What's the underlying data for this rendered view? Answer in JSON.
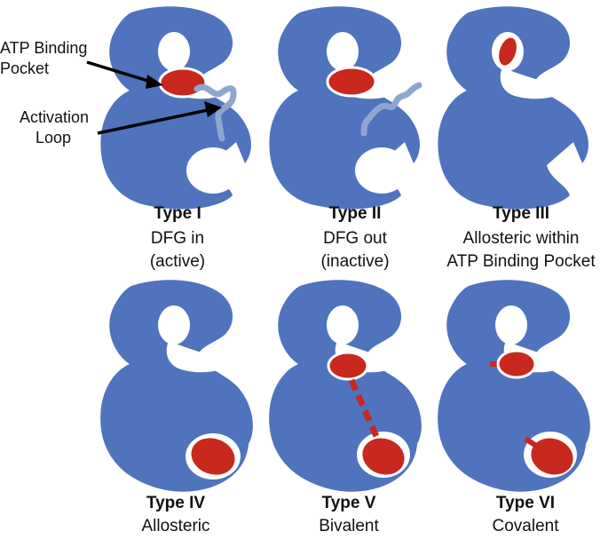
{
  "labels": {
    "atp_pocket": [
      "ATP Binding",
      "Pocket"
    ],
    "activation_loop": [
      "Activation",
      "Loop"
    ]
  },
  "types": [
    {
      "title": "Type I",
      "desc": [
        "DFG in",
        "(active)"
      ]
    },
    {
      "title": "Type II",
      "desc": [
        "DFG out",
        "(inactive)"
      ]
    },
    {
      "title": "Type III",
      "desc": [
        "Allosteric within",
        "ATP Binding Pocket"
      ]
    },
    {
      "title": "Type IV",
      "desc": [
        "Allosteric"
      ]
    },
    {
      "title": "Type V",
      "desc": [
        "Bivalent"
      ]
    },
    {
      "title": "Type VI",
      "desc": [
        "Covalent"
      ]
    }
  ],
  "colors": {
    "kinase": "#4f73bd",
    "inhibitor": "#c8281e",
    "loop": "#8ea6cf",
    "text": "#111111",
    "arrow": "#000000",
    "background": "#ffffff"
  }
}
